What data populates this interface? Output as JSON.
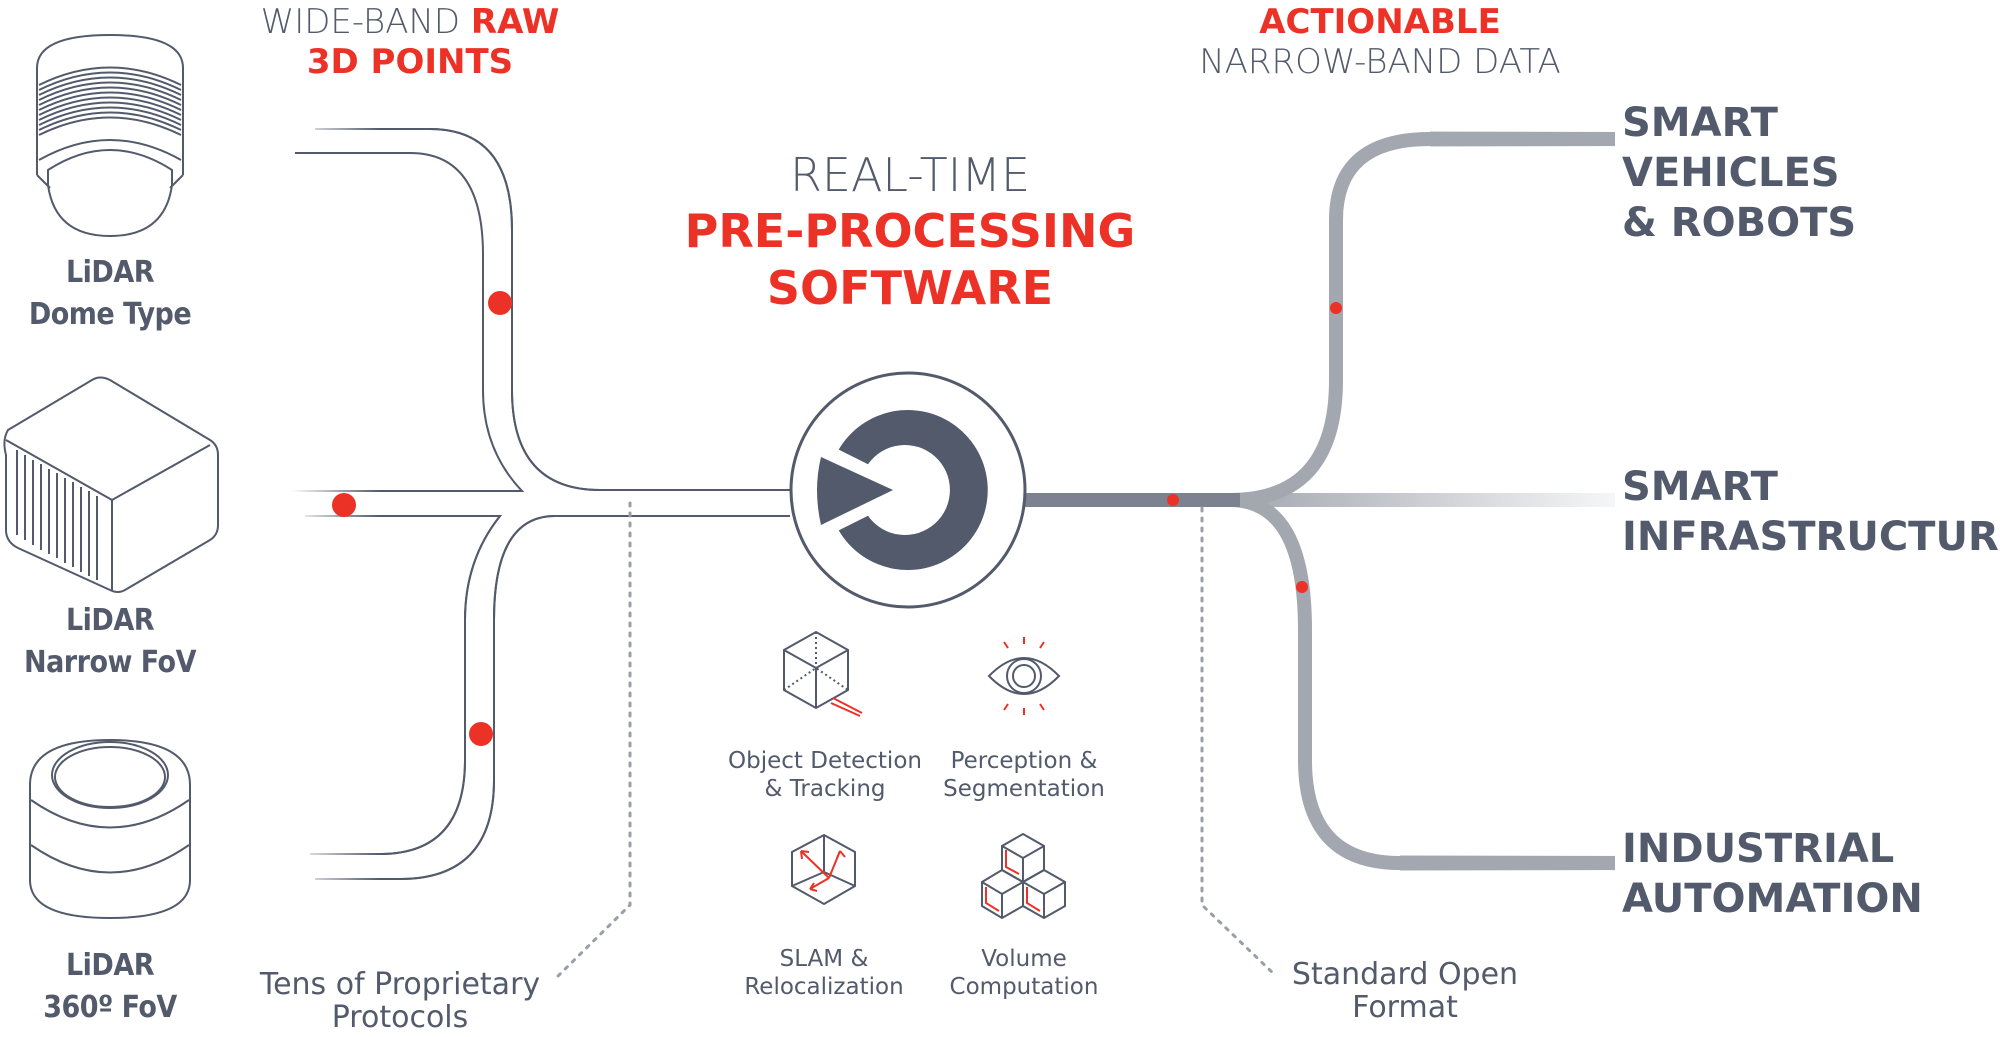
{
  "header_left": {
    "line1_regular": "WIDE-BAND",
    "line1_emphasis": "RAW",
    "line2_emphasis": "3D POINTS"
  },
  "header_right": {
    "line1_emphasis": "ACTIONABLE",
    "line2_regular": "NARROW-BAND DATA"
  },
  "center_title": {
    "line1": "REAL-TIME",
    "line2": "PRE-PROCESSING",
    "line3": "SOFTWARE"
  },
  "sensors": [
    {
      "line1": "LiDAR",
      "line2": "Dome Type",
      "icon": "dome-lidar-icon"
    },
    {
      "line1": "LiDAR",
      "line2": "Narrow FoV",
      "icon": "box-lidar-icon"
    },
    {
      "line1": "LiDAR",
      "line2": "360º FoV",
      "icon": "cylinder-lidar-icon"
    }
  ],
  "features": [
    {
      "line1": "Object Detection",
      "line2": "& Tracking",
      "icon": "cube-detection-icon"
    },
    {
      "line1": "Perception &",
      "line2": "Segmentation",
      "icon": "eye-icon"
    },
    {
      "line1": "SLAM &",
      "line2": "Relocalization",
      "icon": "slam-cube-icon"
    },
    {
      "line1": "Volume",
      "line2": "Computation",
      "icon": "stacked-cubes-icon"
    }
  ],
  "outputs": [
    {
      "line1": "SMART VEHICLES",
      "line2": "& ROBOTS"
    },
    {
      "line1": "SMART",
      "line2": "INFRASTRUCTURE"
    },
    {
      "line1": "INDUSTRIAL",
      "line2": "AUTOMATION"
    }
  ],
  "notes": {
    "input_protocols": {
      "line1": "Tens of Proprietary",
      "line2": "Protocols"
    },
    "output_format": {
      "line1": "Standard Open",
      "line2": "Format"
    }
  },
  "colors": {
    "accent_red": "#ec3226",
    "slate": "#525a6b",
    "track_gray": "#a3a7b0",
    "dotted_gray": "#9a9ea8"
  }
}
